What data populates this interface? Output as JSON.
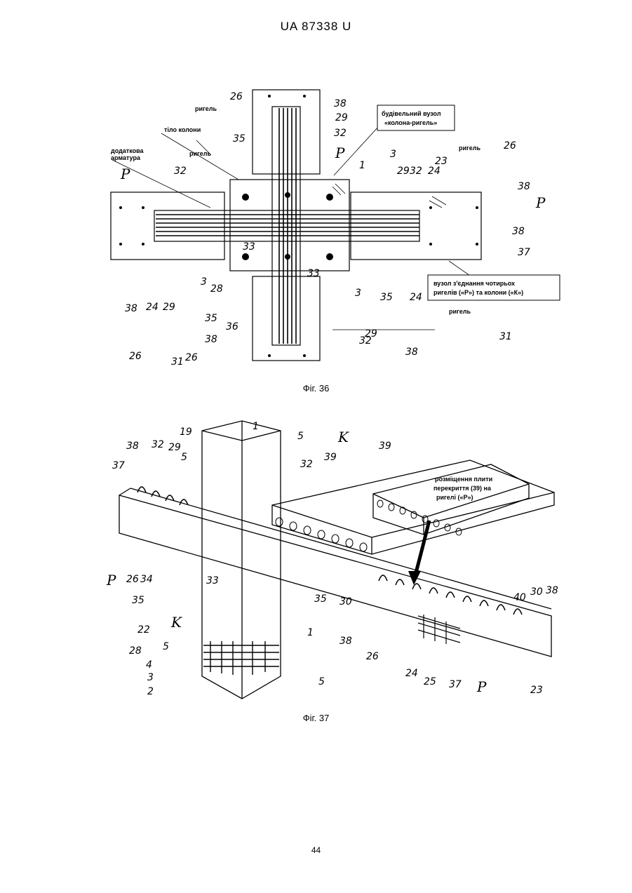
{
  "header": {
    "patent": "UA   87338   U"
  },
  "fig36": {
    "caption": "Фіг. 36",
    "labels": {
      "rygel": "ригель",
      "column_body": "тіло колони",
      "extra_rebar_1": "додаткова",
      "extra_rebar_2": "арматура",
      "node_1": "будівельний вузол",
      "node_2": "«колона-ригель»",
      "join_1": "вузол з'єднання чотирьох",
      "join_2": "ригелів («Р») та колони («К»)",
      "P": "P"
    },
    "numbers": [
      "26",
      "38",
      "29",
      "32",
      "35",
      "3",
      "1",
      "29",
      "32",
      "24",
      "23",
      "26",
      "38",
      "38",
      "37",
      "33",
      "3",
      "28",
      "33",
      "3",
      "35",
      "24",
      "35",
      "29",
      "31",
      "36",
      "32",
      "38",
      "38",
      "26",
      "38",
      "24",
      "29",
      "26",
      "31",
      "32"
    ]
  },
  "fig37": {
    "caption": "Фіг. 37",
    "labels": {
      "slab_1": "розміщення плити",
      "slab_2": "перекриття (39) на",
      "slab_3": "ригелі («Р»)",
      "K": "K",
      "P": "P"
    },
    "numbers": [
      "1",
      "19",
      "5",
      "38",
      "32",
      "29",
      "37",
      "5",
      "39",
      "39",
      "32",
      "33",
      "26",
      "34",
      "35",
      "22",
      "28",
      "35",
      "30",
      "38",
      "40",
      "30",
      "38",
      "1",
      "5",
      "4",
      "3",
      "2",
      "5",
      "26",
      "24",
      "25",
      "37",
      "23"
    ]
  },
  "page": {
    "number": "44"
  }
}
